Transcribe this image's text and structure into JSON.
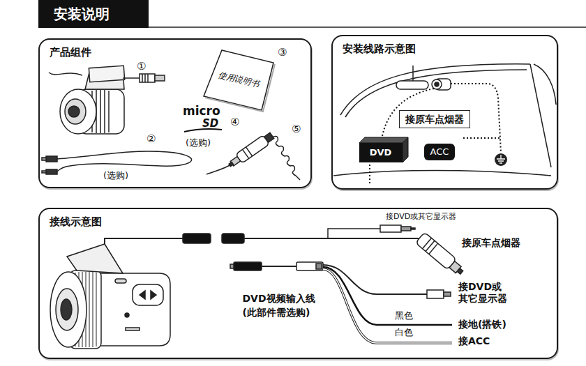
{
  "diagram": {
    "title": "安装说明",
    "nodes": [
      {
        "text": [
          "产品组件"
        ]
      },
      {
        "text": [
          "安装线路示意图"
        ]
      },
      {
        "text": [
          "接原车点烟器"
        ],
        "in": 1
      },
      {
        "text": [
          "DVD"
        ],
        "in": 1
      },
      {
        "text": [
          "ACC"
        ],
        "in": 1
      },
      {
        "text": [
          "接线示意图"
        ]
      },
      {
        "text": [
          "DVD视频输入线 (此部件需选购)"
        ],
        "in": 5
      }
    ],
    "labels": [
      "①",
      "②",
      "(选购)",
      "使用说明书",
      "③",
      "micro",
      "SD",
      "(选购)",
      "④",
      "⑤",
      "接DVD或其它显示器",
      "接原车点烟器",
      "接DVD或 其它显示器",
      "黑色",
      "接地(搭铁)",
      "白色",
      "接ACC"
    ]
  }
}
